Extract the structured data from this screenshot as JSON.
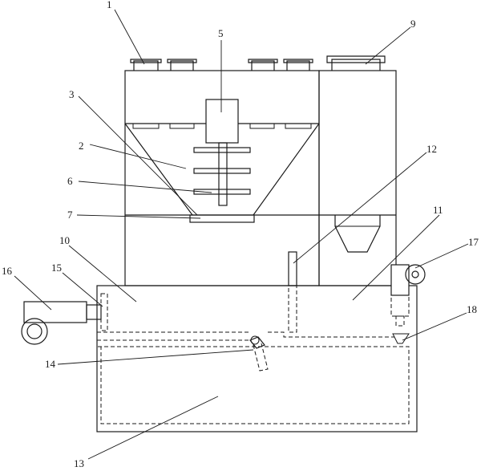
{
  "labels": [
    {
      "id": "1",
      "text": "1"
    },
    {
      "id": "2",
      "text": "2"
    },
    {
      "id": "3",
      "text": "3"
    },
    {
      "id": "5",
      "text": "5"
    },
    {
      "id": "6",
      "text": "6"
    },
    {
      "id": "7",
      "text": "7"
    },
    {
      "id": "9",
      "text": "9"
    },
    {
      "id": "10",
      "text": "10"
    },
    {
      "id": "11",
      "text": "11"
    },
    {
      "id": "12",
      "text": "12"
    },
    {
      "id": "13",
      "text": "13"
    },
    {
      "id": "14",
      "text": "14"
    },
    {
      "id": "15",
      "text": "15"
    },
    {
      "id": "16",
      "text": "16"
    },
    {
      "id": "17",
      "text": "17"
    },
    {
      "id": "18",
      "text": "18"
    }
  ]
}
